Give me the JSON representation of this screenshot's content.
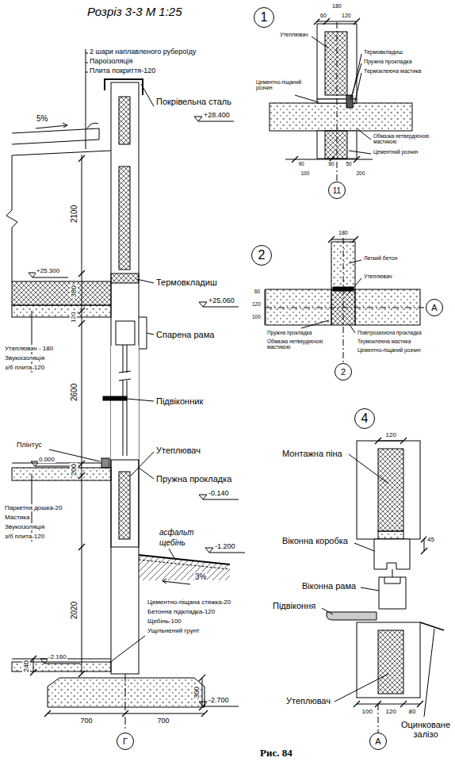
{
  "diagram": {
    "title": "Розріз 3-3 М 1:25",
    "caption": "Рис. 84",
    "nodes": [
      {
        "text": [
          "1"
        ]
      },
      {
        "text": [
          "11"
        ]
      },
      {
        "text": [
          "2"
        ]
      },
      {
        "text": [
          "А"
        ]
      },
      {
        "text": [
          "2"
        ]
      },
      {
        "text": [
          "4"
        ]
      },
      {
        "text": [
          "Г"
        ]
      },
      {
        "text": [
          "А"
        ]
      }
    ],
    "labels": [
      "2 шари наплавленого рубероїду",
      "Пароізоляція",
      "Плита покриття-120",
      "Покрівельна сталь",
      "+28.400",
      "5%",
      "2100",
      "+25.300",
      "380",
      "Термовкладиш",
      "+25.060",
      "120",
      "Спарена рама",
      "Утеплювач - 180",
      "Звукоізоляція",
      "з/б плита-120",
      "2600",
      "Підвіконник",
      "Утеплювач",
      "Плінтус",
      "200",
      "0.000",
      "Пружна прокладка",
      "-0.140",
      "Паркетна дошка-20",
      "Мастика",
      "Звукоізоляція",
      "з/б плита-120",
      "асфальт",
      "щебінь",
      "-1.200",
      "3%",
      "2020",
      "Цементно-піщана стяжка-20",
      "Бетонна підкладка-120",
      "Щебінь-100",
      "Ущільнений грунт",
      "240",
      "-2.160",
      "300",
      "-2.700",
      "700",
      "700",
      "Утеплювач",
      "180",
      "60",
      "120",
      "Цементно-піщаний розчин",
      "Термовкладиш",
      "Пружна прокладка",
      "Термоклеюча мастика",
      "Обмазка нетвердіючою мастикою",
      "Цементний розчин",
      "90",
      "60",
      "50",
      "100",
      "200",
      "180",
      "Легкий бетон",
      "Утеплювач",
      "60",
      "120",
      "100",
      "Пружна прокладка",
      "Обмазка нетвердіючою мастикою",
      "Повітрозахисна прокладка",
      "Термоклеюча мастика",
      "Цементно-піщаний розчин",
      "Монтажна піна",
      "120",
      "45",
      "Віконна коробка",
      "Віконна рама",
      "Підвіконня",
      "100",
      "120",
      "80",
      "Утеплювач",
      "Оцинковане залізо"
    ]
  }
}
